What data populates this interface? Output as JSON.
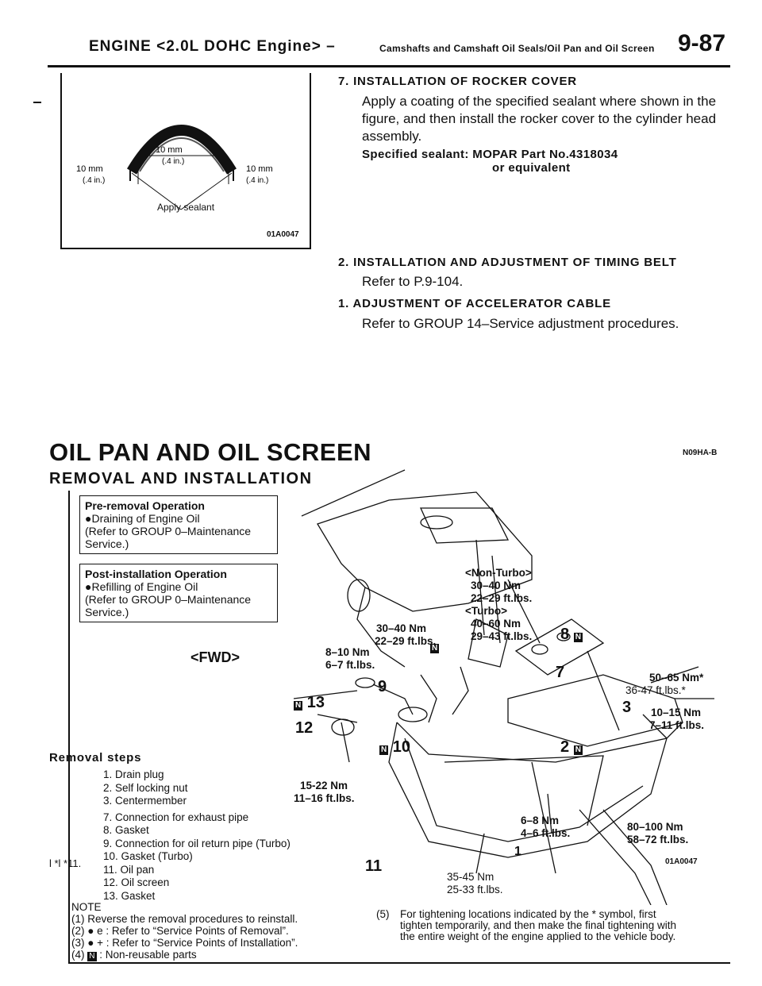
{
  "header": {
    "title": "ENGINE <2.0L DOHC Engine> –",
    "subtitle": "Camshafts and Camshaft Oil Seals/Oil Pan and Oil Screen",
    "page_number": "9-87"
  },
  "fig1": {
    "dim_top": "10 mm",
    "dim_top_in": "(.4 in.)",
    "dim_left": "10 mm",
    "dim_left_in": "(.4 in.)",
    "dim_right": "10 mm",
    "dim_right_in": "(.4 in.)",
    "apply_label": "Apply sealant",
    "code": "01A0047"
  },
  "section7": {
    "title": "7. INSTALLATION OF ROCKER COVER",
    "text": "Apply a coating of the specified sealant where shown in the figure, and then install the rocker cover to the cylinder head assembly.",
    "spec_line1": "Specified sealant: MOPAR Part No.4318034",
    "spec_line2": "or equivalent"
  },
  "section2": {
    "title": "2. INSTALLATION AND ADJUSTMENT OF TIMING BELT",
    "text": "Refer to P.9-104."
  },
  "section1": {
    "title": "1. ADJUSTMENT OF ACCELERATOR CABLE",
    "text": "Refer to GROUP 14–Service adjustment procedures."
  },
  "oil_pan": {
    "title": "OIL PAN AND OIL SCREEN",
    "code": "N09HA-B",
    "subtitle": "REMOVAL AND INSTALLATION"
  },
  "pre_removal": {
    "heading": "Pre-removal Operation",
    "line1": "●Draining of Engine Oil",
    "line2": "(Refer to GROUP 0–Maintenance",
    "line3": "Service.)"
  },
  "post_install": {
    "heading": "Post-installation Operation",
    "line1": "●Refilling of Engine Oil",
    "line2": "(Refer to GROUP 0–Maintenance",
    "line3": "Service.)"
  },
  "fwd_label": "<FWD>",
  "torques": {
    "non_turbo_label": "<Non-Turbo>",
    "non_turbo_nm": "30–40 Nm",
    "non_turbo_ft": "22–29 ft.lbs.",
    "turbo_label": "<Turbo>",
    "turbo_nm": "40–60 Nm",
    "turbo_ft": "29–43 ft.lbs.",
    "t_30_nm": "30–40 Nm",
    "t_22_ft": "22–29 ft.lbs.",
    "t_8_nm": "8–10 Nm",
    "t_6_ft": "6–7 ft.lbs.",
    "t_50_nm": "50–65 Nm*",
    "t_36_ft": "36-47 ft.lbs.*",
    "t_10_nm": "10–15 Nm",
    "t_7_ft": "7–11 ft.lbs.",
    "t_15_nm": "15-22 Nm",
    "t_11_ft": "11–16 ft.lbs.",
    "t_6b_nm": "6–8 Nm",
    "t_4_ft": "4–6 ft.lbs.",
    "t_80_nm": "80–100 Nm",
    "t_58_ft": "58–72 ft.lbs.",
    "t_35_nm": "35-45 Nm",
    "t_25_ft": "25-33 ft.lbs."
  },
  "callouts": {
    "c8": "8",
    "c7": "7",
    "c9": "9",
    "c13": "13",
    "c12": "12",
    "c10": "10",
    "c3": "3",
    "c2": "2",
    "c11": "11",
    "c1": "1",
    "badge": "N"
  },
  "diagram_code": "01A0047",
  "removal_steps": {
    "title": "Removal steps",
    "steps": [
      "1. Drain plug",
      "2. Self locking nut",
      "3. Centermember",
      "7. Connection for exhaust pipe",
      "8. Gasket",
      "9. Connection for oil return pipe (Turbo)",
      "10. Gasket (Turbo)",
      "11. Oil pan",
      "12. Oil screen",
      "13. Gasket"
    ],
    "mark_line": "l *l *11."
  },
  "notes": {
    "label": "NOTE",
    "n1": "(1) Reverse the removal procedures to reinstall.",
    "n2": "(2) ● e : Refer to “Service Points of Removal”.",
    "n3": "(3) ● + : Refer to “Service Points of Installation”.",
    "n4": ": Non-reusable parts",
    "n4_prefix": "(4)",
    "n5_label": "(5)",
    "n5": "For tightening locations indicated by the * symbol, first tighten temporarily, and then make the final tightening with the entire weight of the engine applied to the vehicle body."
  }
}
